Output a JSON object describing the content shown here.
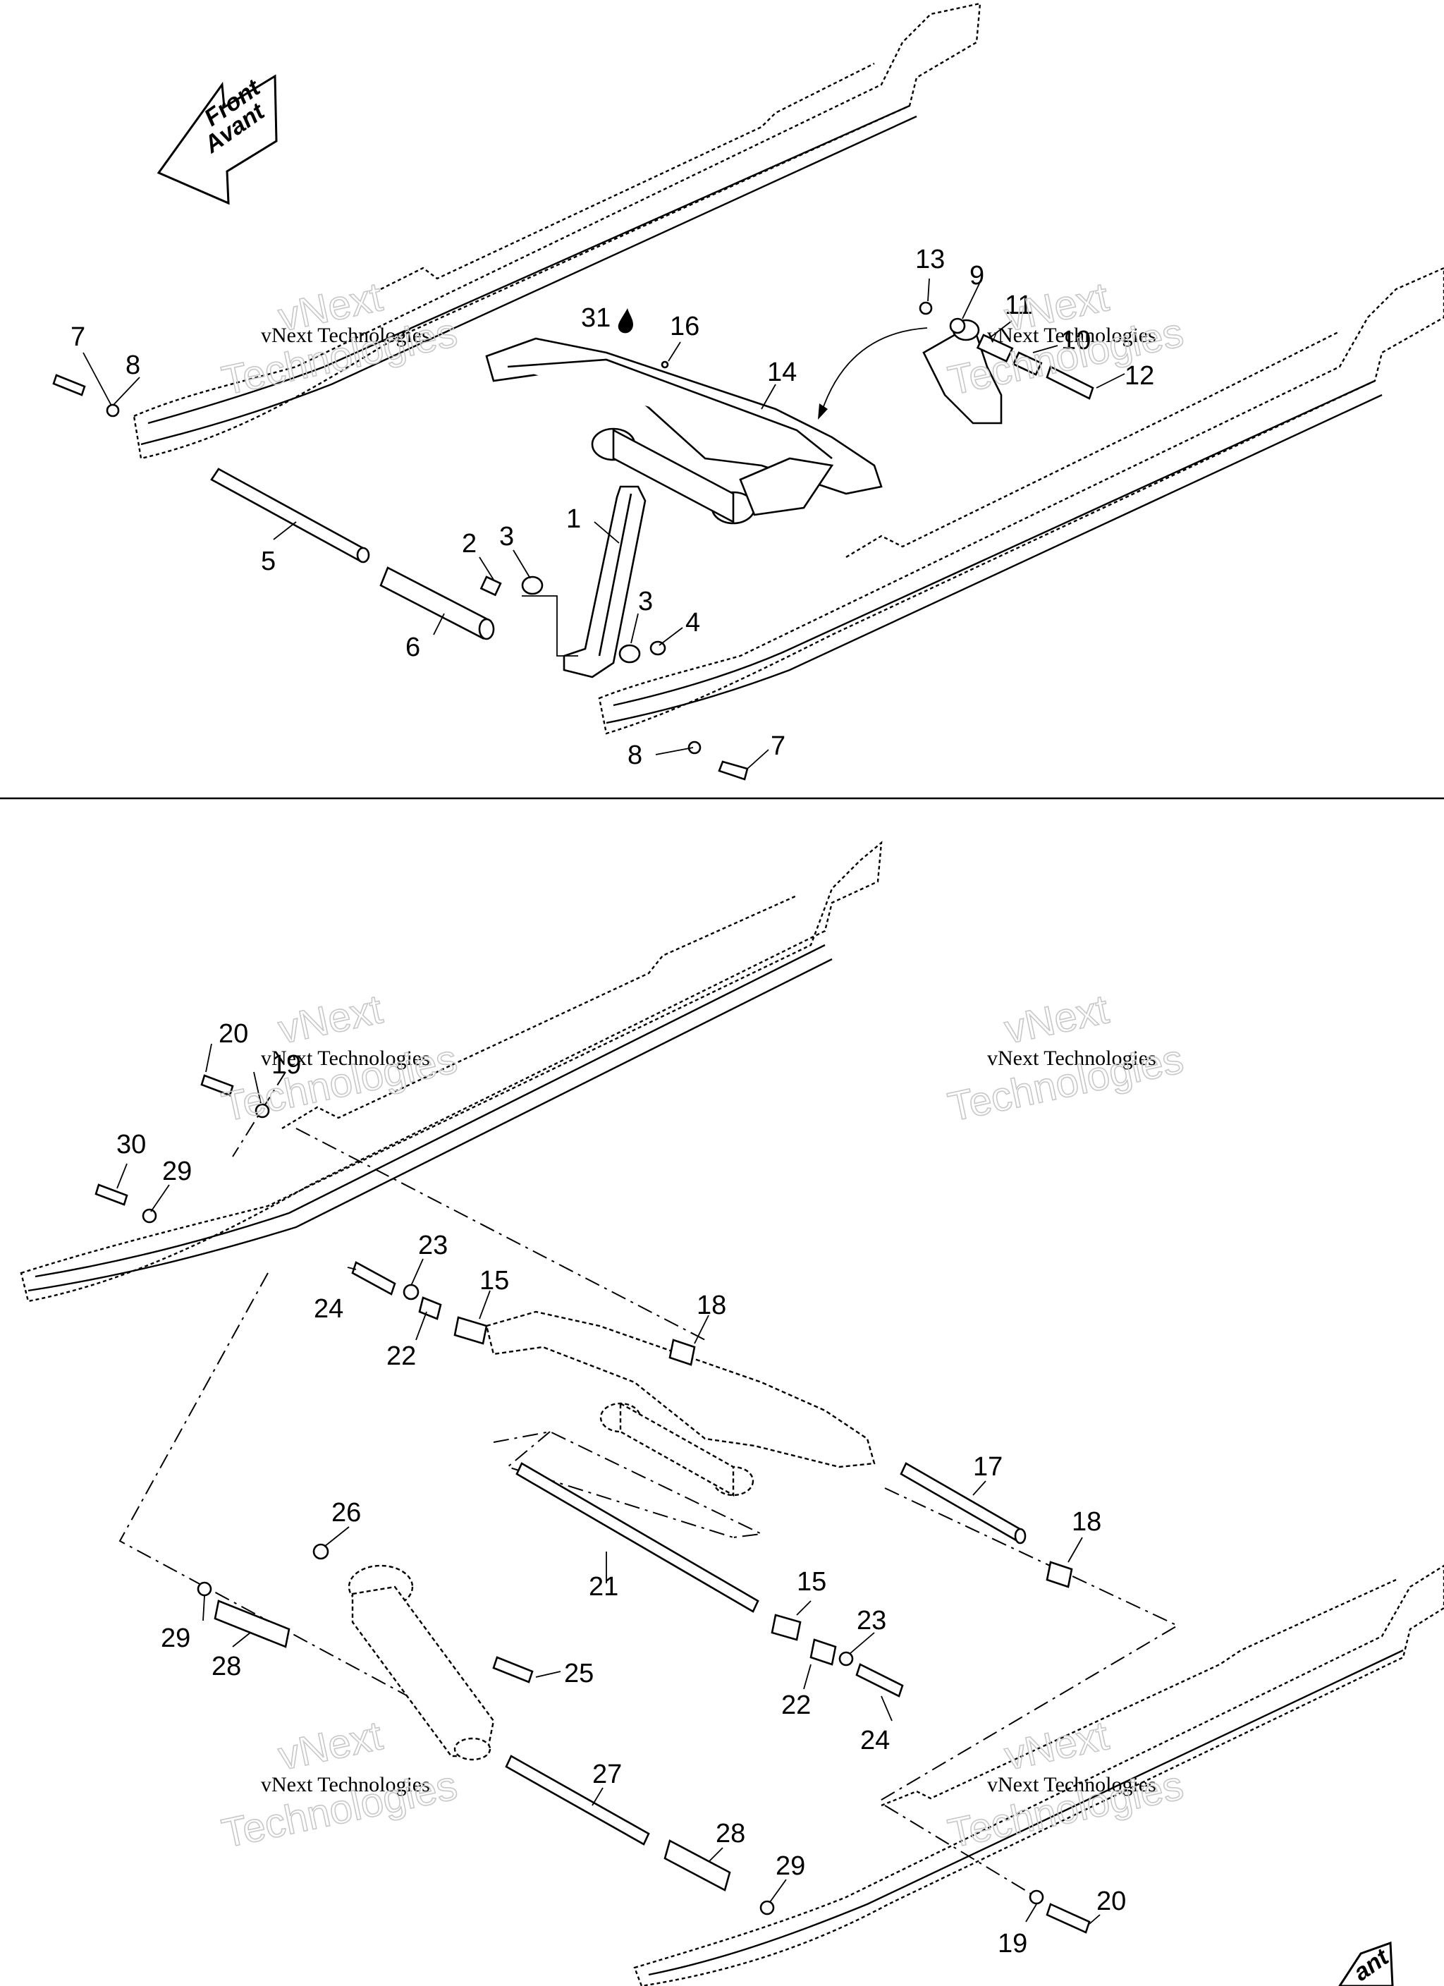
{
  "watermark": {
    "brand": "vNext",
    "line1": "vNext Technologies",
    "line2": "Technologies"
  },
  "front_arrow": {
    "line1": "Front",
    "line2": "Avant"
  },
  "callouts": {
    "c1": "1",
    "c2": "2",
    "c3a": "3",
    "c3b": "3",
    "c4": "4",
    "c5": "5",
    "c6": "6",
    "c7a": "7",
    "c7b": "7",
    "c8a": "8",
    "c8b": "8",
    "c9": "9",
    "c10": "10",
    "c11": "11",
    "c12": "12",
    "c13": "13",
    "c14": "14",
    "c16": "16",
    "c31": "31",
    "c20a": "20",
    "c19a": "19",
    "c30": "30",
    "c29a": "29",
    "c23a": "23",
    "c15a": "15",
    "c24a": "24",
    "c22a": "22",
    "c18a": "18",
    "c17": "17",
    "c18b": "18",
    "c26": "26",
    "c21": "21",
    "c15b": "15",
    "c23b": "23",
    "c29b": "29",
    "c28a": "28",
    "c25": "25",
    "c22b": "22",
    "c24b": "24",
    "c27": "27",
    "c28b": "28",
    "c29c": "29",
    "c20b": "20",
    "c19b": "19"
  },
  "icons": {
    "lubricant": "oil-drop-icon",
    "direction": "front-arrow-icon"
  }
}
